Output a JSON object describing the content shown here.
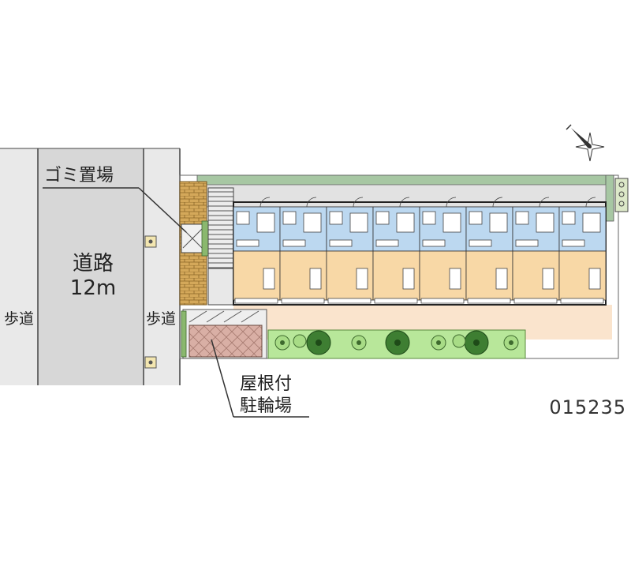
{
  "labels": {
    "road_name": "道路",
    "road_width": "12m",
    "sidewalk_left": "歩道",
    "sidewalk_right": "歩道",
    "garbage": "ゴミ置場",
    "bike_parking_line1": "屋根付",
    "bike_parking_line2": "駐輪場",
    "property_code": "015235"
  },
  "colors": {
    "road": "#d7d7d7",
    "sidewalk": "#e9e9e9",
    "outline": "#333333",
    "green_strip": "#a7c7a3",
    "corridor": "#e2e2e2",
    "wet_area": "#bcd8f0",
    "room_floor": "#f8d8a6",
    "yard": "#fae4cd",
    "garden": "#b8e79a",
    "bike_roof": "#d7aea4",
    "brick": "#c89a4a"
  },
  "units": {
    "count": 8
  },
  "trees": {
    "count": 9
  },
  "icons": [
    "compass-icon",
    "meter-box-icon",
    "utility-pole-icon"
  ]
}
